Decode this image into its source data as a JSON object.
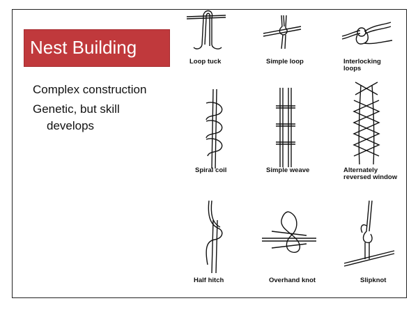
{
  "slide": {
    "title": "Nest Building",
    "bullets": [
      {
        "line1": "Complex construction",
        "line2": ""
      },
      {
        "line1": "Genetic, but skill",
        "line2": "develops"
      }
    ],
    "knots": [
      {
        "label": "Loop tuck"
      },
      {
        "label": "Simple loop"
      },
      {
        "label": "Interlocking",
        "label2": "loops"
      },
      {
        "label": "Spiral coil"
      },
      {
        "label": "Simple weave"
      },
      {
        "label": "Alternately",
        "label2": "reversed window"
      },
      {
        "label": "Half hitch"
      },
      {
        "label": "Overhand knot"
      },
      {
        "label": "Slipknot"
      }
    ],
    "colors": {
      "title_bg": "#c0393c",
      "title_text": "#ffffff"
    }
  }
}
